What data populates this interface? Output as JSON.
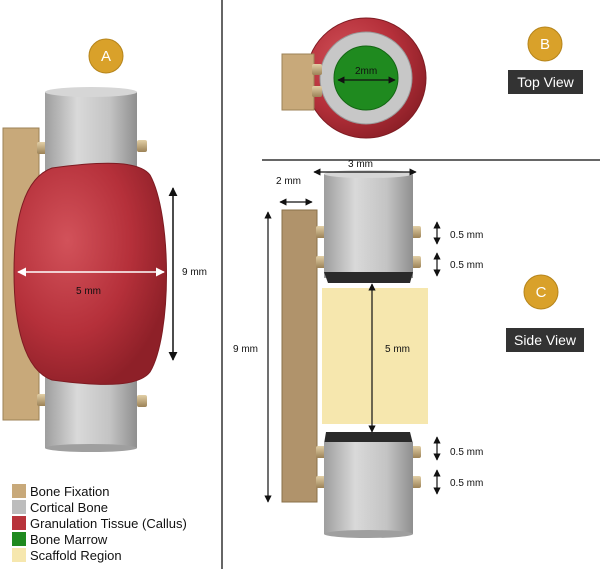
{
  "panels": {
    "a": {
      "badge": "A",
      "width_label": "5 mm",
      "height_label": "9 mm"
    },
    "b": {
      "badge": "B",
      "view_label": "Top View",
      "marrow_label": "2mm"
    },
    "c": {
      "badge": "C",
      "view_label": "Side View",
      "width_label": "3 mm",
      "fixation_width_label": "2 mm",
      "height_label": "9 mm",
      "gap_label": "5 mm",
      "pin_spacing_labels": [
        "0.5 mm",
        "0.5 mm",
        "0.5 mm",
        "0.5 mm"
      ]
    }
  },
  "legend": [
    {
      "label": "Bone Fixation",
      "color": "#c8a97a"
    },
    {
      "label": "Cortical Bone",
      "color": "#bdbdbd"
    },
    {
      "label": "Granulation Tissue (Callus)",
      "color": "#b8333b"
    },
    {
      "label": "Bone Marrow",
      "color": "#1f8a1f"
    },
    {
      "label": "Scaffold Region",
      "color": "#f6e7ae"
    }
  ],
  "colors": {
    "badge": "#d9a12a",
    "view_label_bg": "#333333",
    "fixation": "#c8a97a",
    "cortical": "#bdbdbd",
    "callus": "#b8333b",
    "marrow": "#1f8a1f",
    "scaffold": "#f6e7ae"
  }
}
